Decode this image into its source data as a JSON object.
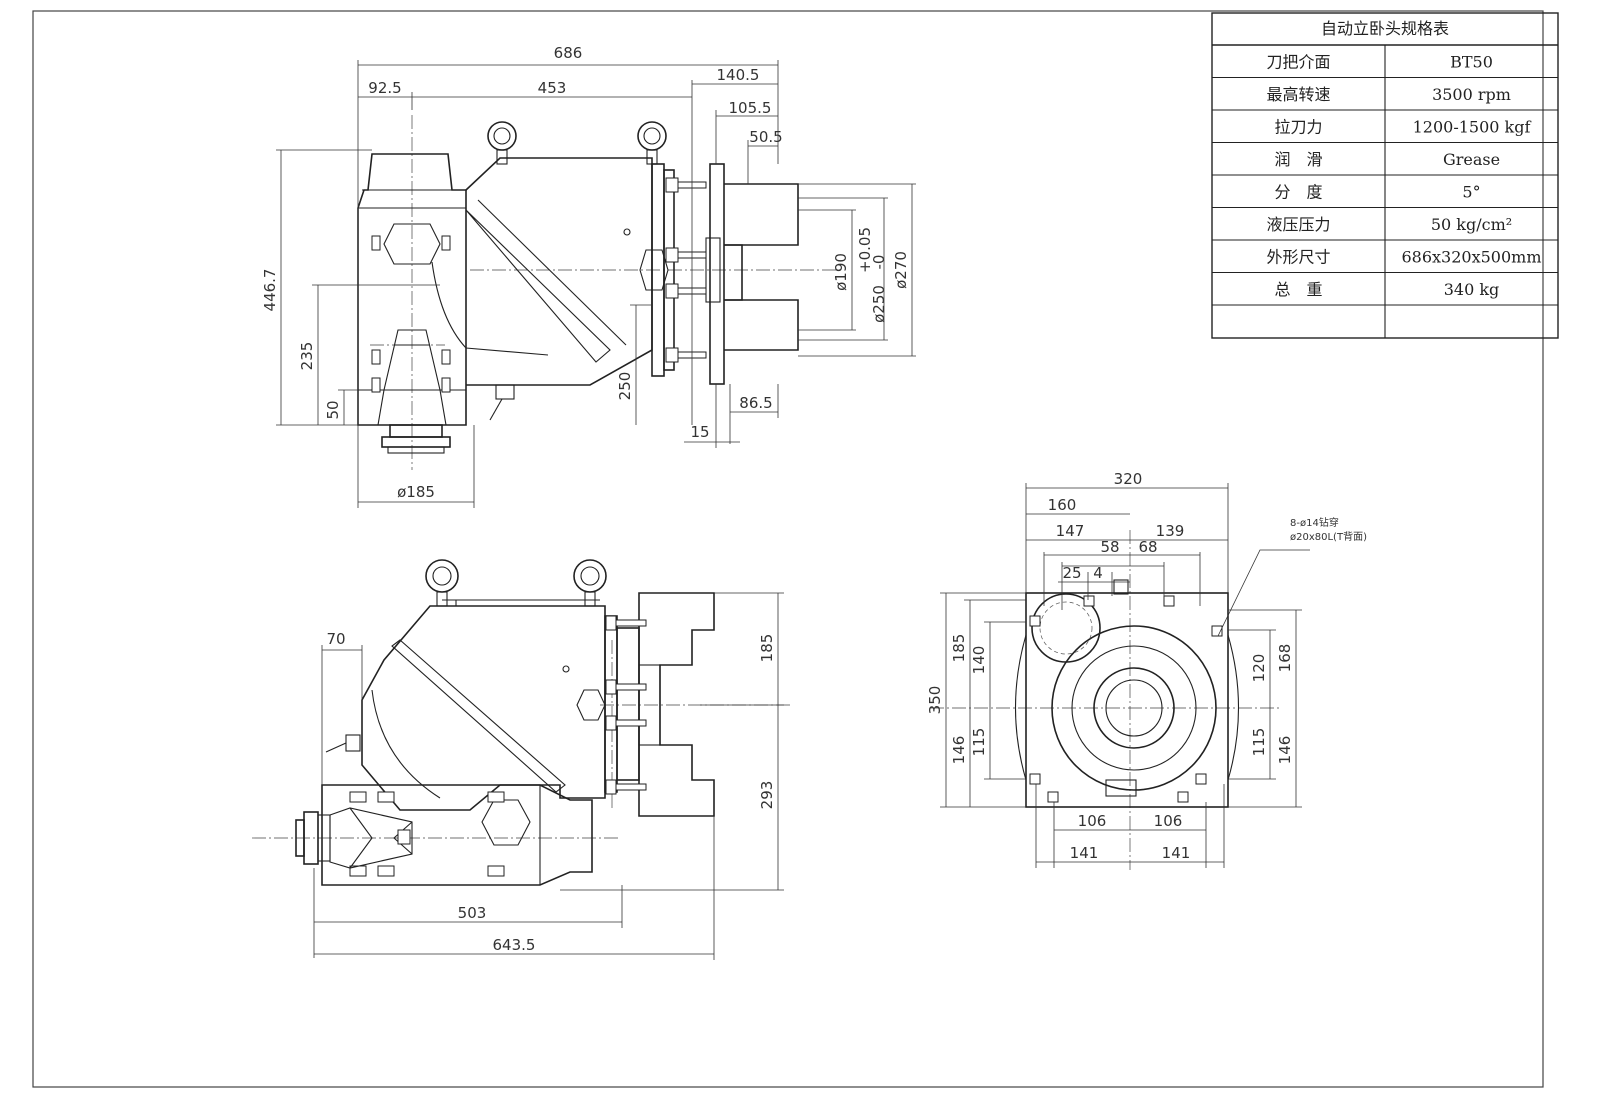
{
  "spec_table": {
    "title": "自动立卧头规格表",
    "rows": [
      {
        "label": "刀把介面",
        "value": "BT50"
      },
      {
        "label": "最高转速",
        "value": "3500 rpm"
      },
      {
        "label": "拉刀力",
        "value": "1200-1500 kgf"
      },
      {
        "label": "润　滑",
        "value": "Grease"
      },
      {
        "label": "分　度",
        "value": "5°"
      },
      {
        "label": "液压压力",
        "value": "50 kg/cm²"
      },
      {
        "label": "外形尺寸",
        "value": "686x320x500mm"
      },
      {
        "label": "总　重",
        "value": "340 kg"
      },
      {
        "label": "",
        "value": ""
      }
    ]
  },
  "top_view": {
    "dims": {
      "overall_width": "686",
      "left_offset": "92.5",
      "body_span": "453",
      "flange_140": "140.5",
      "flange_105": "105.5",
      "flange_50": "50.5",
      "height_446": "446.7",
      "height_235": "235",
      "height_50": "50",
      "height_250": "250",
      "dia_190": "ø190",
      "tol_upper": "+0.05",
      "tol_lower": "-0",
      "dia_250": "ø250",
      "dia_270": "ø270",
      "flange_86": "86.5",
      "flange_15": "15",
      "dia_185": "ø185"
    }
  },
  "side_view": {
    "dims": {
      "offset_70": "70",
      "height_185": "185",
      "height_293": "293",
      "length_503": "503",
      "length_643": "643.5"
    }
  },
  "end_view": {
    "dims": {
      "width_320": "320",
      "width_160": "160",
      "left_147": "147",
      "right_139": "139",
      "left_58": "58",
      "right_68": "68",
      "off_25": "25",
      "off_4": "4",
      "height_350": "350",
      "left_185": "185",
      "left_140": "140",
      "left_146": "146",
      "left_115": "115",
      "right_120": "120",
      "right_168": "168",
      "right_115": "115",
      "right_146": "146",
      "bolt_106_l": "106",
      "bolt_106_r": "106",
      "bolt_141_l": "141",
      "bolt_141_r": "141"
    },
    "note": {
      "line1": "8-ø14钻穿",
      "line2": "ø20x80L(T背面)"
    }
  }
}
